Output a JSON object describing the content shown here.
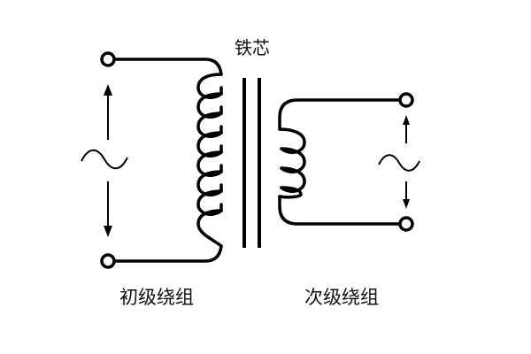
{
  "labels": {
    "core": "铁芯",
    "primary_winding": "初级绕组",
    "secondary_winding": "次级绕组"
  },
  "colors": {
    "stroke": "#000000",
    "background": "#ffffff"
  },
  "icons": {
    "primary_ac_source": "ac-sine-icon",
    "secondary_ac_output": "ac-sine-icon"
  }
}
